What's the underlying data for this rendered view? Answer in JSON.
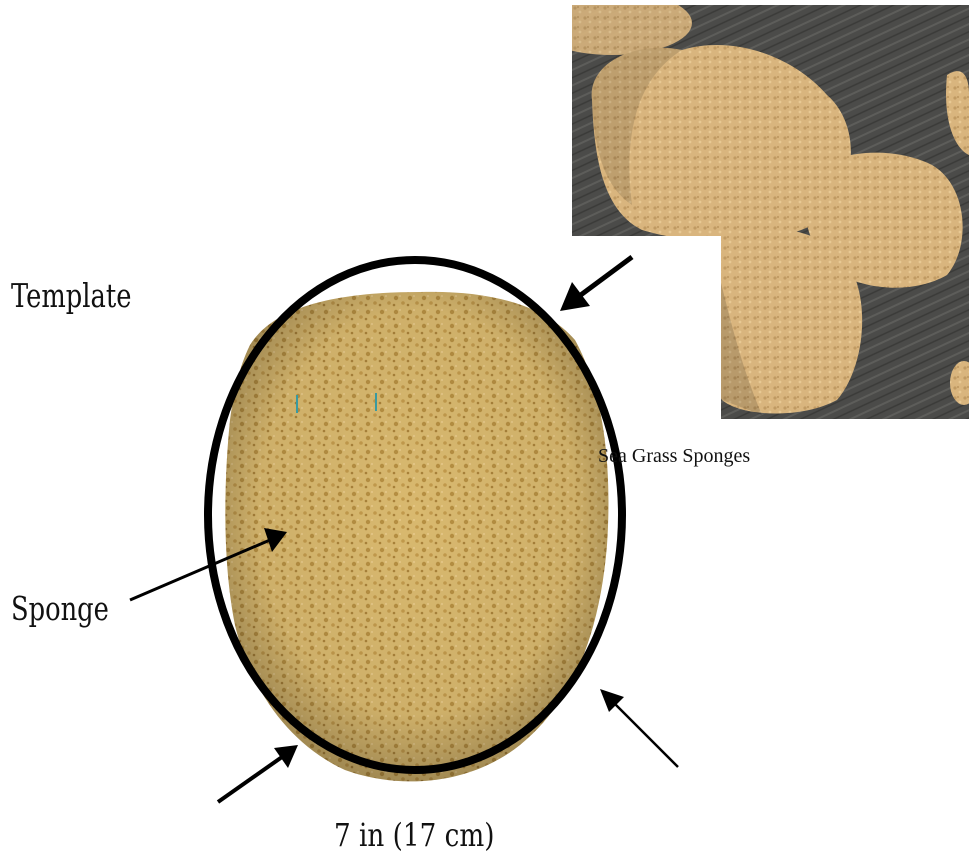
{
  "labels": {
    "template": "Template",
    "sponge": "Sponge",
    "size": "7 in (17 cm)",
    "photo_caption": "Sea Grass Sponges"
  },
  "colors": {
    "sponge_fill": "#d9b86c",
    "sponge_shadow": "#b08a3c",
    "template_outline": "#000000",
    "photo_background": "#4a4a48",
    "photo_sponge": "#d8b47c"
  },
  "icons": {
    "arrow": "arrow-icon"
  }
}
